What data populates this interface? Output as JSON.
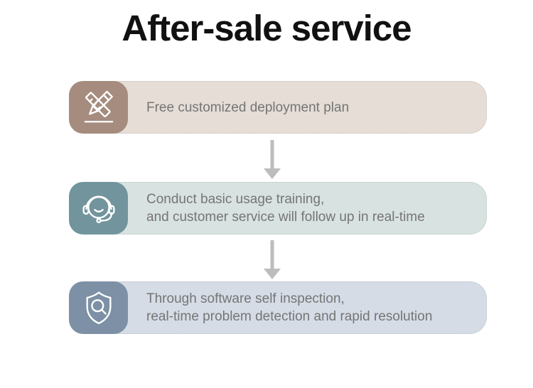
{
  "title": "After-sale service",
  "colors": {
    "background": "#ffffff",
    "title_text": "#111111",
    "body_text": "#757575",
    "arrow": "#bdbdbd"
  },
  "arrows": [
    {
      "name": "down-arrow-1"
    },
    {
      "name": "down-arrow-2"
    }
  ],
  "steps": [
    {
      "icon": "pencil-ruler-icon",
      "icon_bg": "#a58c7e",
      "bar_bg": "#e5ddd6",
      "bar_border": "#c9c0b6",
      "lines": [
        "Free customized deployment plan"
      ]
    },
    {
      "icon": "headset-icon",
      "icon_bg": "#72949c",
      "bar_bg": "#d8e2e0",
      "bar_border": "#b6c8c5",
      "lines": [
        "Conduct basic usage training,",
        "and customer service will follow up in real-time"
      ]
    },
    {
      "icon": "shield-magnifier-icon",
      "icon_bg": "#7d90a5",
      "bar_bg": "#d5dce6",
      "bar_border": "#b5c0cf",
      "lines": [
        "Through software self inspection,",
        "real-time problem detection and rapid resolution"
      ]
    }
  ]
}
